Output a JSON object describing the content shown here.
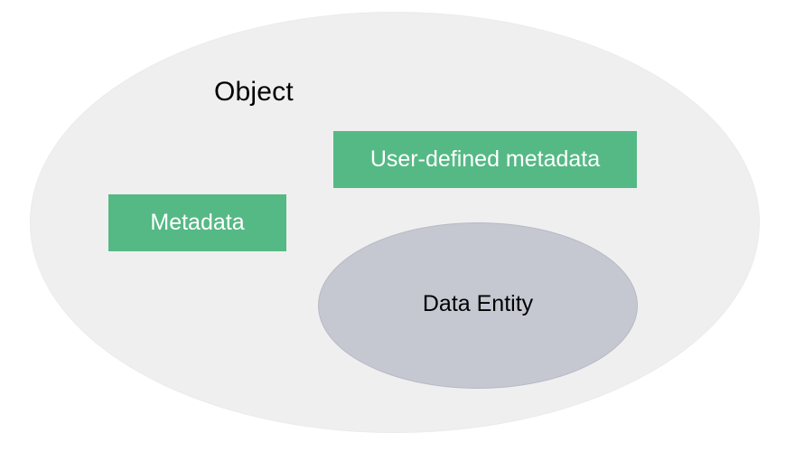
{
  "object": {
    "label": "Object"
  },
  "boxes": {
    "user_defined_metadata": "User-defined metadata",
    "metadata": "Metadata"
  },
  "data_entity": {
    "label": "Data Entity"
  },
  "colors": {
    "box_fill": "#55b985",
    "data_entity_fill": "#c5c7d1",
    "object_fill": "#efefef"
  }
}
